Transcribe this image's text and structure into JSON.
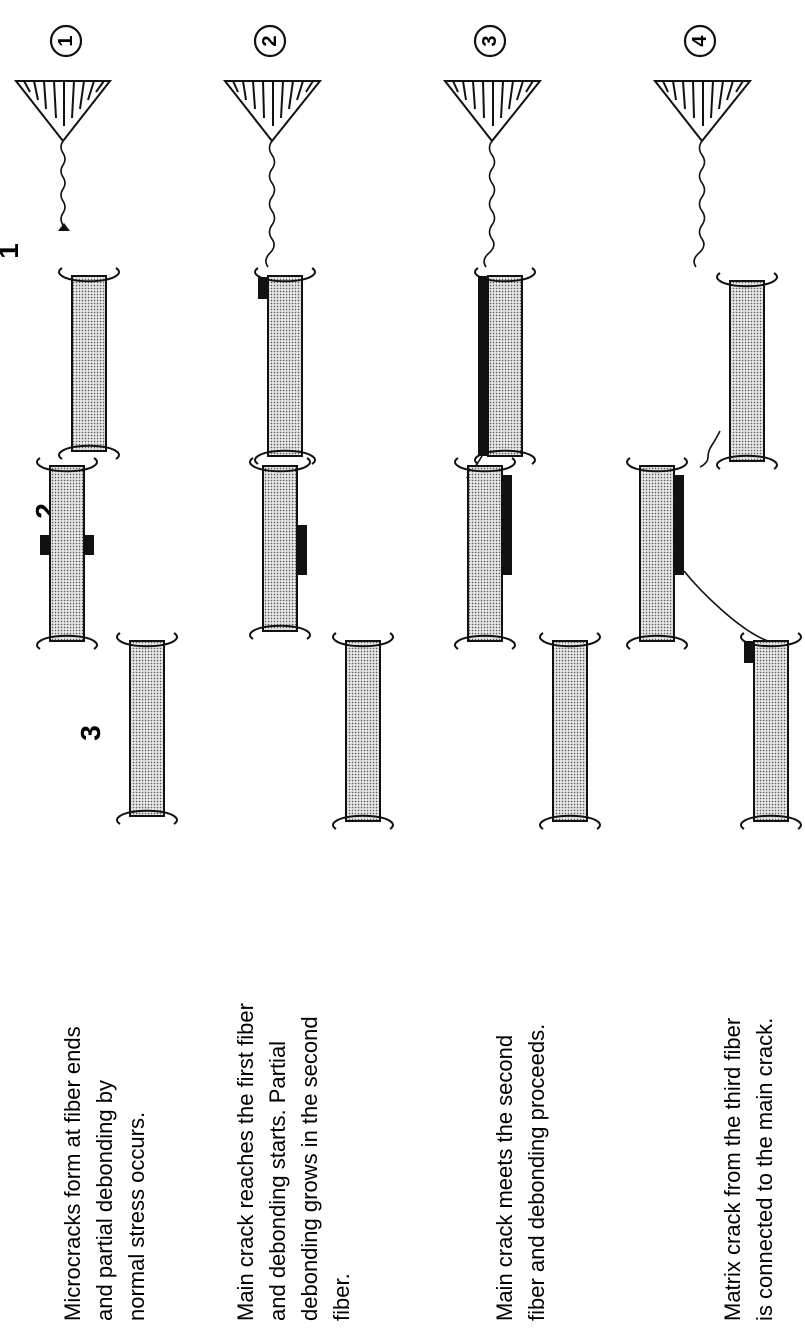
{
  "stages": [
    {
      "marker": "1",
      "description": [
        "Microcracks form at fiber ends",
        "and partial debonding by",
        "normal stress occurs."
      ]
    },
    {
      "marker": "2",
      "description": [
        "Main crack reaches the first fiber",
        "and debonding starts. Partial",
        "debonding grows in the second",
        "fiber."
      ]
    },
    {
      "marker": "3",
      "description": [
        "Main crack meets the second",
        "fiber and debonding proceeds."
      ]
    },
    {
      "marker": "4",
      "description": [
        "Matrix crack from the third fiber",
        "is connected to the main crack."
      ]
    }
  ],
  "fiber_labels": [
    "1",
    "2",
    "3"
  ],
  "colors": {
    "ink": "#111111",
    "fiber_fill": "#d0d0d0",
    "debond": "#111111",
    "background": "#ffffff"
  }
}
